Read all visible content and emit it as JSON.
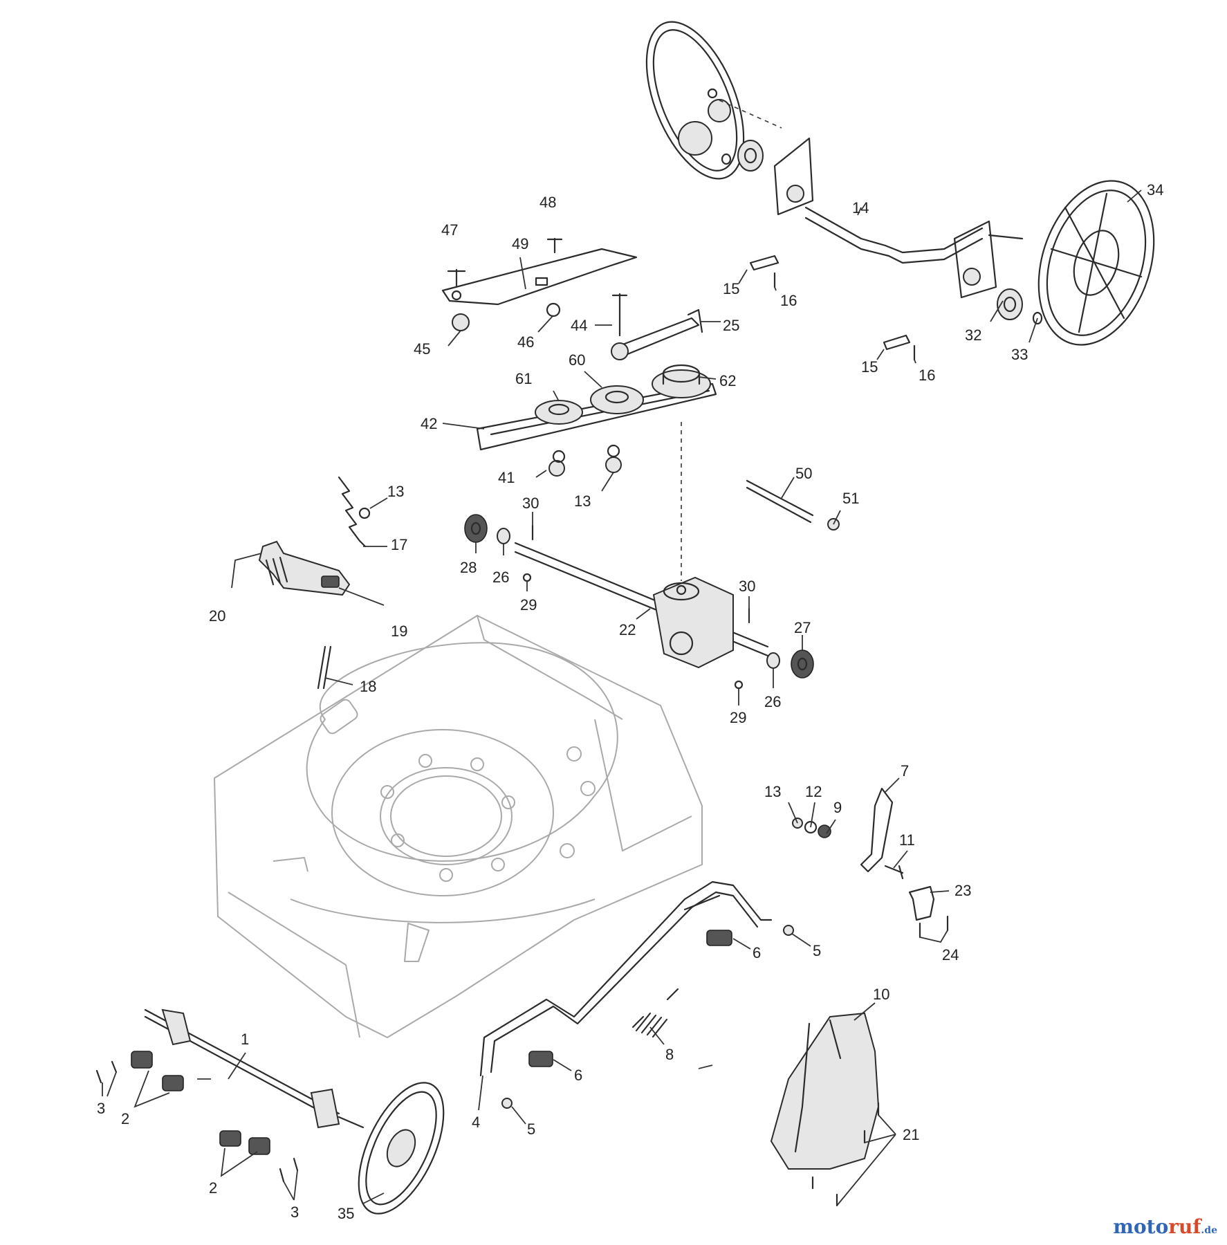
{
  "callouts": [
    {
      "id": "c1",
      "text": "1"
    },
    {
      "id": "c2a",
      "text": "2"
    },
    {
      "id": "c2b",
      "text": "2"
    },
    {
      "id": "c3a",
      "text": "3"
    },
    {
      "id": "c3b",
      "text": "3"
    },
    {
      "id": "c4",
      "text": "4"
    },
    {
      "id": "c5a",
      "text": "5"
    },
    {
      "id": "c5b",
      "text": "5"
    },
    {
      "id": "c6a",
      "text": "6"
    },
    {
      "id": "c6b",
      "text": "6"
    },
    {
      "id": "c7",
      "text": "7"
    },
    {
      "id": "c8",
      "text": "8"
    },
    {
      "id": "c9",
      "text": "9"
    },
    {
      "id": "c10",
      "text": "10"
    },
    {
      "id": "c11",
      "text": "11"
    },
    {
      "id": "c12",
      "text": "12"
    },
    {
      "id": "c13a",
      "text": "13"
    },
    {
      "id": "c13b",
      "text": "13"
    },
    {
      "id": "c13c",
      "text": "13"
    },
    {
      "id": "c14",
      "text": "14"
    },
    {
      "id": "c15a",
      "text": "15"
    },
    {
      "id": "c15b",
      "text": "15"
    },
    {
      "id": "c16a",
      "text": "16"
    },
    {
      "id": "c16b",
      "text": "16"
    },
    {
      "id": "c17",
      "text": "17"
    },
    {
      "id": "c18",
      "text": "18"
    },
    {
      "id": "c19",
      "text": "19"
    },
    {
      "id": "c20",
      "text": "20"
    },
    {
      "id": "c21",
      "text": "21"
    },
    {
      "id": "c22",
      "text": "22"
    },
    {
      "id": "c23",
      "text": "23"
    },
    {
      "id": "c24",
      "text": "24"
    },
    {
      "id": "c25",
      "text": "25"
    },
    {
      "id": "c26a",
      "text": "26"
    },
    {
      "id": "c26b",
      "text": "26"
    },
    {
      "id": "c27",
      "text": "27"
    },
    {
      "id": "c28",
      "text": "28"
    },
    {
      "id": "c29a",
      "text": "29"
    },
    {
      "id": "c29b",
      "text": "29"
    },
    {
      "id": "c30a",
      "text": "30"
    },
    {
      "id": "c30b",
      "text": "30"
    },
    {
      "id": "c32",
      "text": "32"
    },
    {
      "id": "c33",
      "text": "33"
    },
    {
      "id": "c34",
      "text": "34"
    },
    {
      "id": "c35",
      "text": "35"
    },
    {
      "id": "c41",
      "text": "41"
    },
    {
      "id": "c42",
      "text": "42"
    },
    {
      "id": "c44",
      "text": "44"
    },
    {
      "id": "c45",
      "text": "45"
    },
    {
      "id": "c46",
      "text": "46"
    },
    {
      "id": "c47",
      "text": "47"
    },
    {
      "id": "c48",
      "text": "48"
    },
    {
      "id": "c49",
      "text": "49"
    },
    {
      "id": "c50",
      "text": "50"
    },
    {
      "id": "c51",
      "text": "51"
    },
    {
      "id": "c60",
      "text": "60"
    },
    {
      "id": "c61",
      "text": "61"
    },
    {
      "id": "c62",
      "text": "62"
    }
  ],
  "watermark": {
    "main": "moto",
    "accent": "ruf",
    "tld": ".de"
  }
}
